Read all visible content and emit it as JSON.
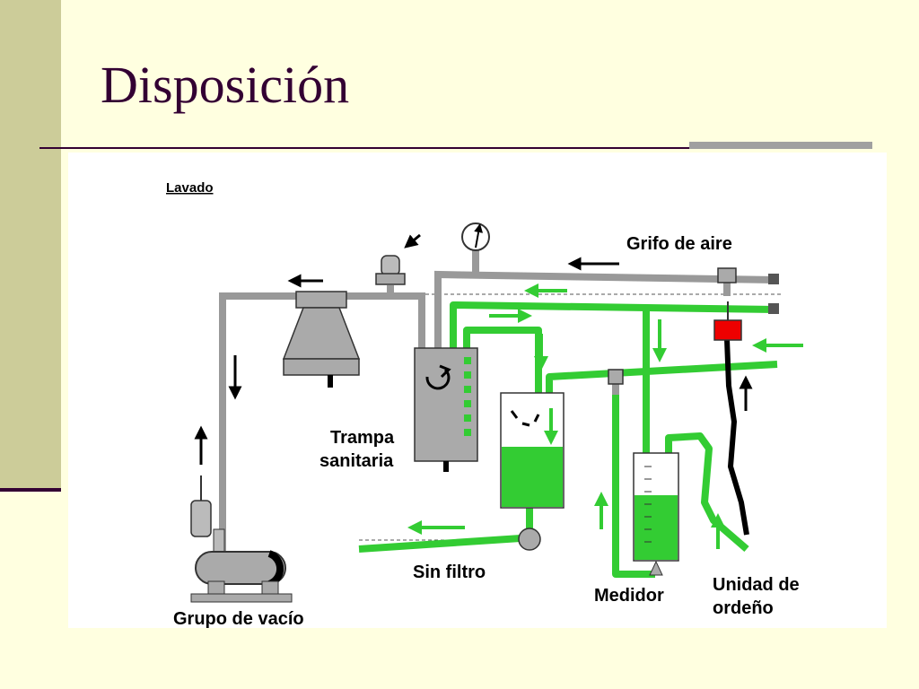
{
  "slide": {
    "title": "Disposición"
  },
  "diagram": {
    "section_label": "Lavado",
    "labels": {
      "air_valve": "Grifo de aire",
      "sanitary_trap_line1": "Trampa",
      "sanitary_trap_line2": "sanitaria",
      "no_filter": "Sin filtro",
      "meter": "Medidor",
      "milking_unit_line1": "Unidad de",
      "milking_unit_line2": "ordeño",
      "vacuum_group": "Grupo de vacío"
    },
    "colors": {
      "wash_line": "#33cc33",
      "vacuum_line": "#999999",
      "valve": "#ee0000",
      "title": "#330033"
    }
  }
}
